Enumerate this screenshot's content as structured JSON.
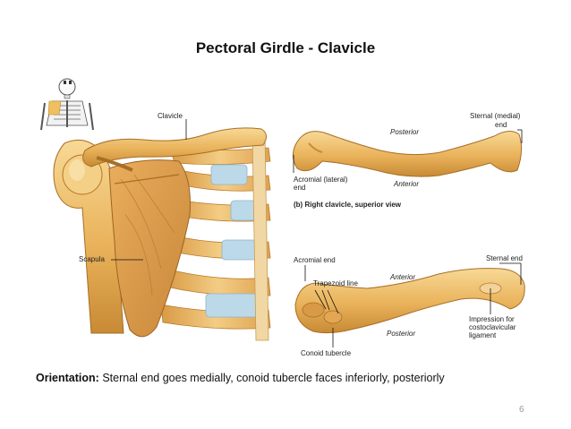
{
  "slide": {
    "title": "Pectoral Girdle - Clavicle",
    "page_number": "6"
  },
  "figure_labels": {
    "clavicle": "Clavicle",
    "scapula": "Scapula",
    "posterior_top": "Posterior",
    "sternal_medial_end_1": "Sternal (medial)",
    "sternal_medial_end_2": "end",
    "acromial_lateral_end_1": "Acromial (lateral)",
    "acromial_lateral_end_2": "end",
    "anterior_top": "Anterior",
    "caption_b": "(b) Right clavicle, superior view",
    "acromial_end": "Acromial end",
    "sternal_end": "Sternal end",
    "trapezoid_line": "Trapezoid line",
    "anterior_bottom": "Anterior",
    "impression_1": "Impression for",
    "impression_2": "costoclavicular",
    "impression_3": "ligament",
    "posterior_bottom": "Posterior",
    "conoid_tubercle": "Conoid tubercle"
  },
  "orientation": {
    "label": "Orientation:",
    "text": " Sternal end goes medially, conoid tubercle faces inferiorly, posteriorly"
  },
  "colors": {
    "bone_light": "#f2c77a",
    "bone_mid": "#e2a64b",
    "bone_dark": "#b87a2c",
    "cartilage": "#bcd9ea"
  }
}
